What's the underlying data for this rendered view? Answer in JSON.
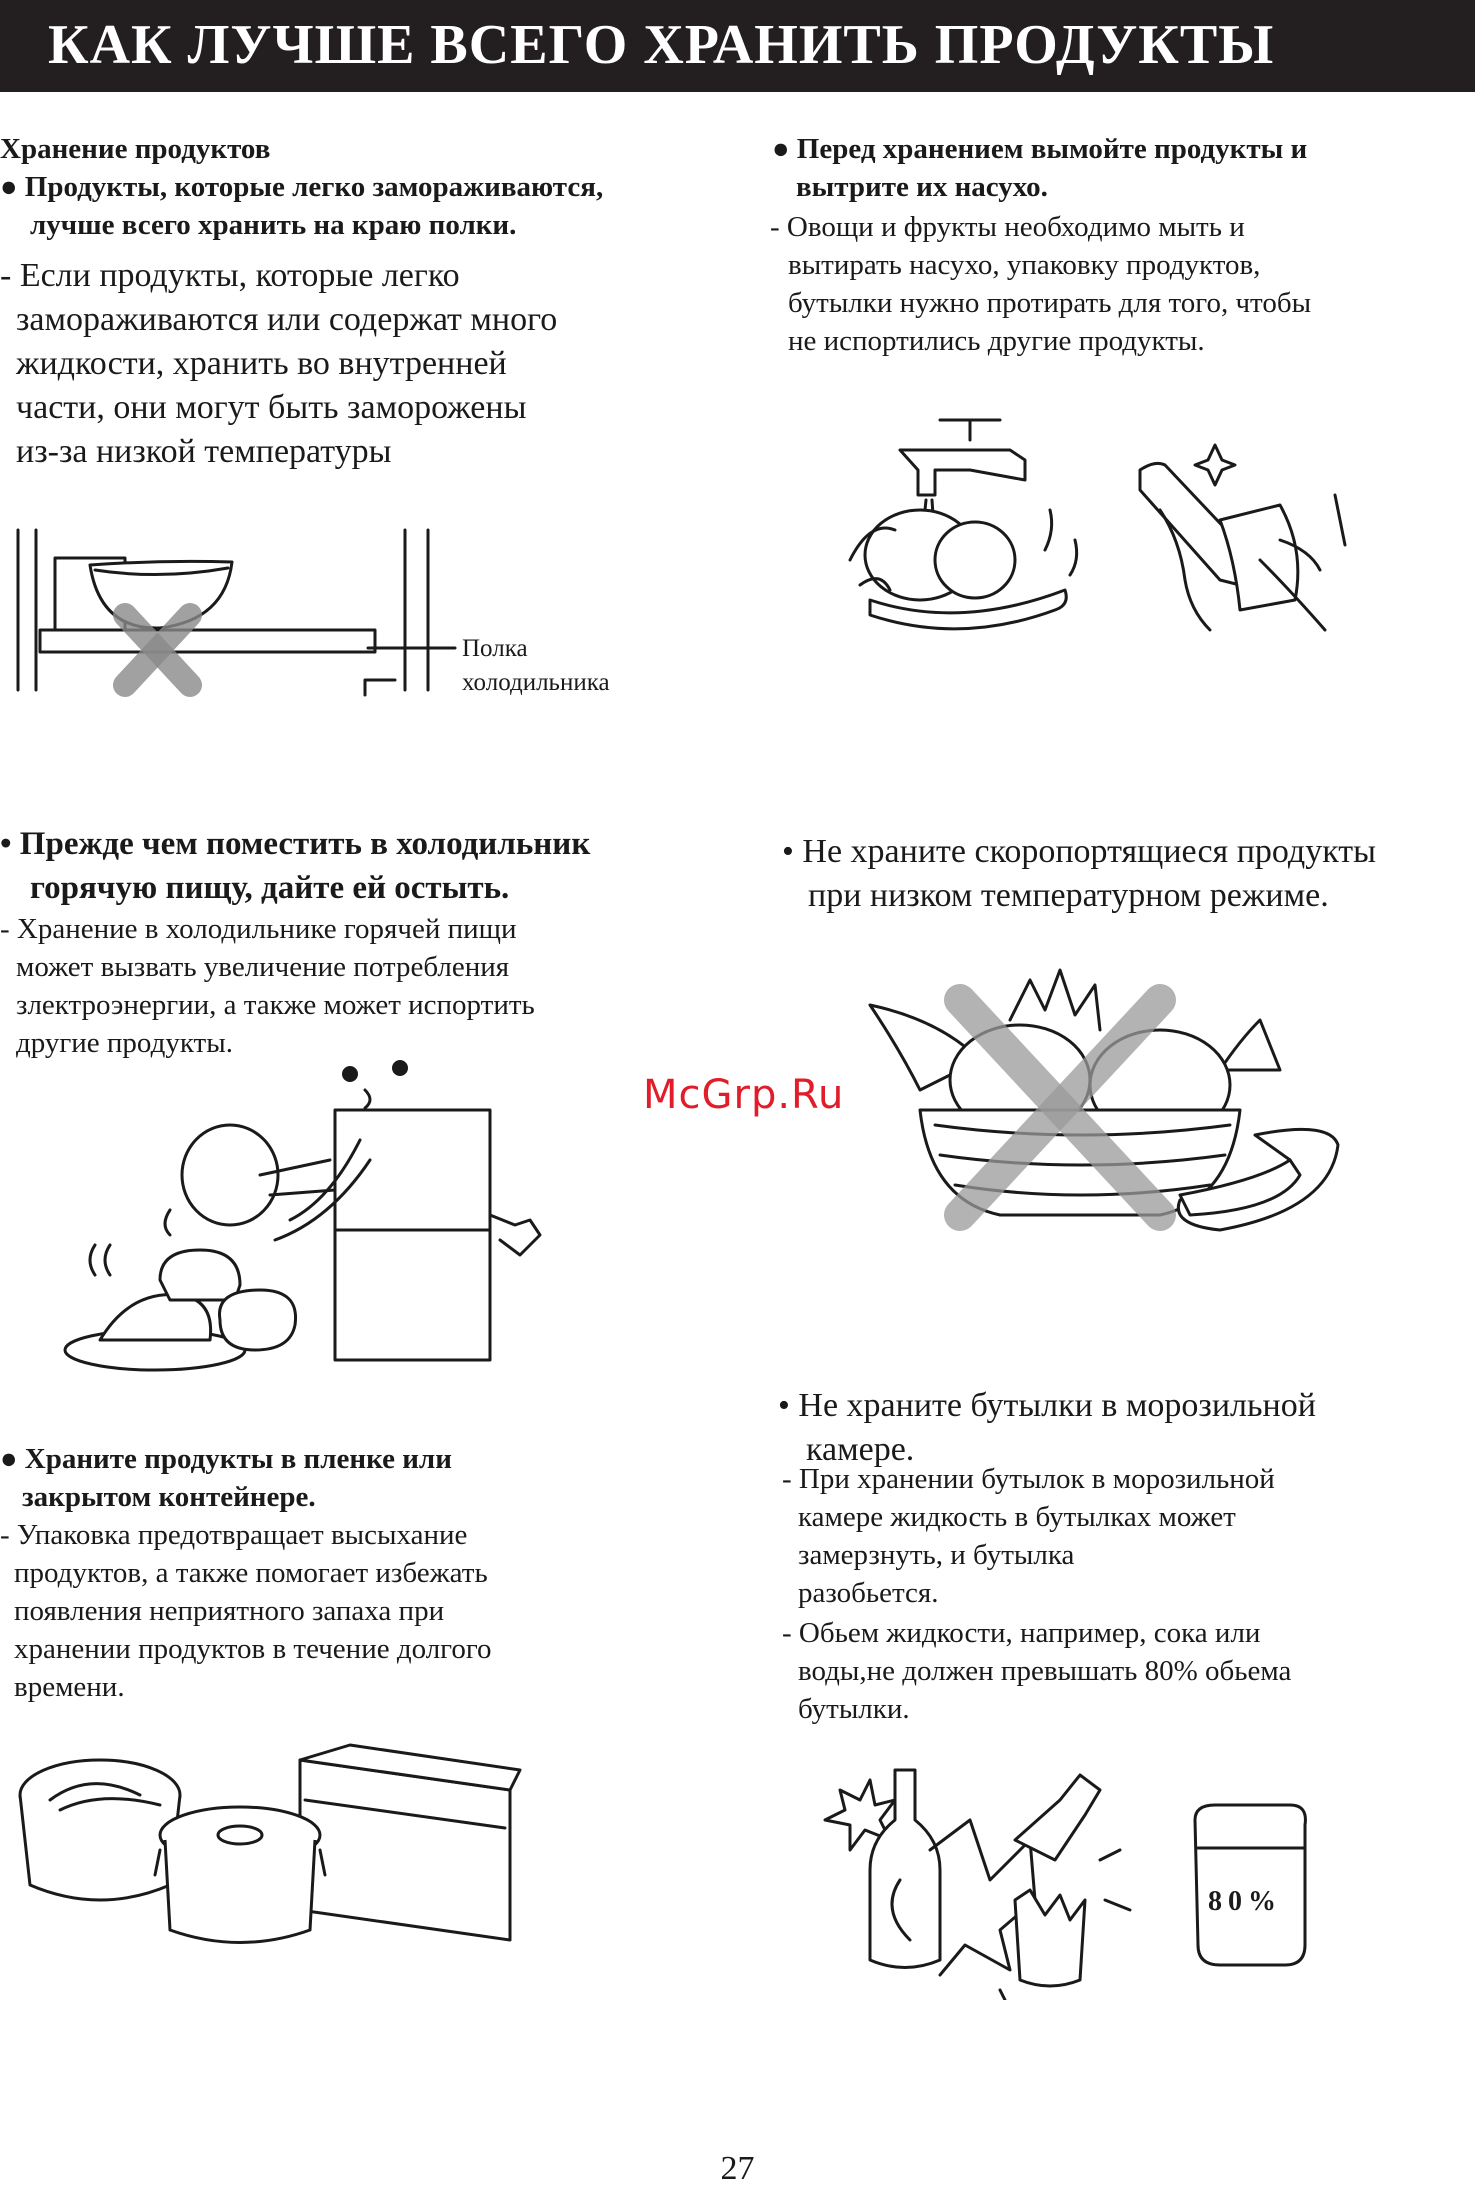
{
  "header": {
    "title": "КАК ЛУЧШЕ ВСЕГО ХРАНИТЬ ПРОДУКТЫ"
  },
  "s1": {
    "heading": "Хранение продуктов",
    "bullet": [
      "● Продукты, которые легко замораживаются,",
      "лучше всего хранить на краю полки."
    ],
    "body": [
      "- Если продукты, которые легко",
      "замораживаются или содержат много",
      "жидкости, хранить во внутренней",
      "части, они могут быть заморожены",
      "из-за низкой температуры"
    ],
    "label": [
      "Полка",
      "холодильника"
    ]
  },
  "s2": {
    "bullet": [
      "● Перед хранением вымойте продукты и",
      "вытрите их насухо."
    ],
    "body": [
      "- Овощи и фрукты необходимо мыть и",
      "вытирать насухо, упаковку продуктов,",
      "бутылки нужно протирать для того, чтобы",
      "не испортились другие продукты."
    ]
  },
  "s3": {
    "bullet": [
      "• Прежде чем поместить в холодильник",
      "горячую пищу, дайте ей остыть."
    ],
    "body": [
      "- Хранение в холодильнике горячей пищи",
      "может вызвать увеличение потребления",
      "злектроэнергии, а также может испортить",
      "другие продукты."
    ]
  },
  "s4": {
    "bullet": [
      "• Не храните скоропортящиеся продукты",
      "при низком температурном режиме."
    ]
  },
  "watermark": "McGrp.Ru",
  "s5": {
    "bullet": [
      "● Храните продукты в пленке или",
      "закрытом контейнере."
    ],
    "body": [
      "- Упаковка предотвращает высыхание",
      "продуктов, а также помогает избежать",
      "появления неприятного запаха при",
      "хранении продуктов в течение долгого",
      "времени."
    ]
  },
  "s6": {
    "bullet": [
      "• Не храните бутылки в морозильной",
      "камере."
    ],
    "body1": [
      "- При хранении бутылок в морозильной",
      "камере жидкость в бутылках может",
      "замерзнуть,  и бутылка",
      "разобьется."
    ],
    "body2": [
      "- Обьем жидкости, например, сока или",
      "воды,не должен превышать 80% обьема",
      "бутылки."
    ],
    "beaker_label": "80%"
  },
  "page_number": "27"
}
